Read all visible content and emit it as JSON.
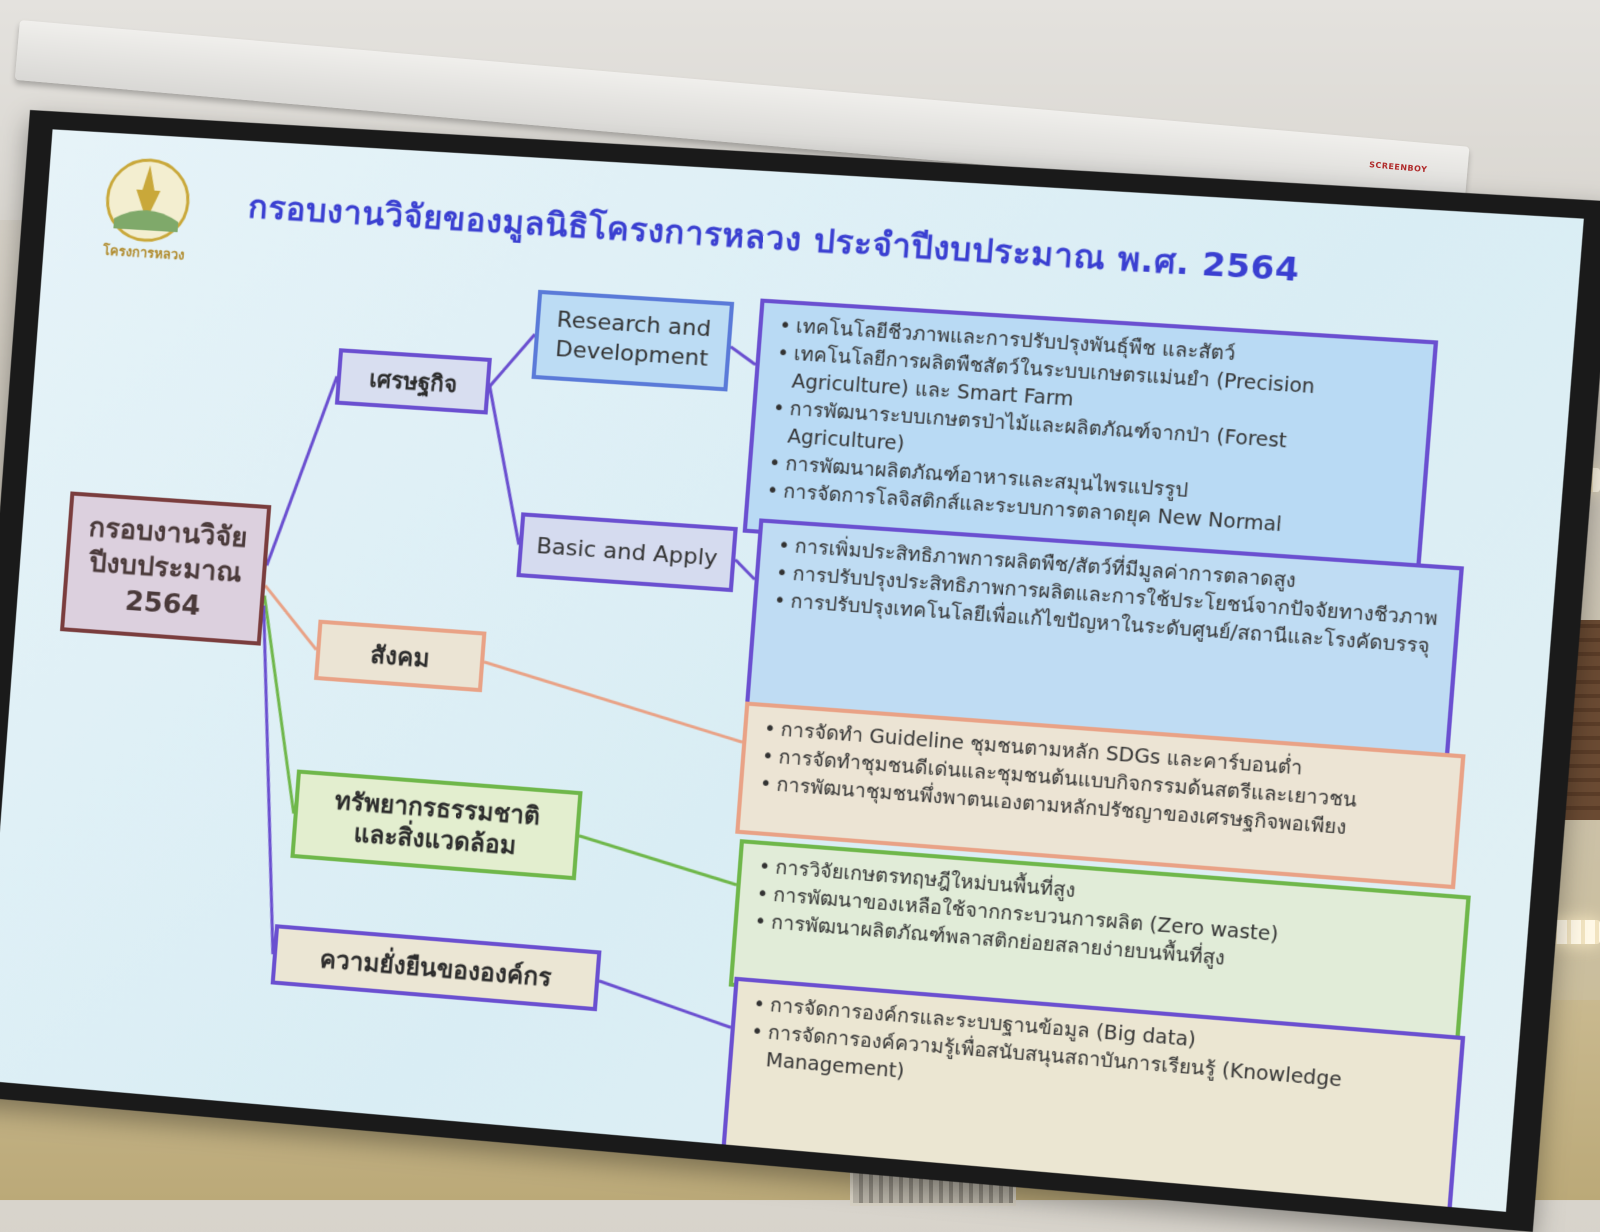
{
  "slide": {
    "title": "กรอบงานวิจัยของมูลนิธิโครงการหลวง ประจำปีงบประมาณ พ.ศ. 2564",
    "logo_text": "โครงการหลวง"
  },
  "projector_brand": "SCREENBOY",
  "root": {
    "line1": "กรอบงานวิจัย",
    "line2": "ปีงบประมาณ",
    "line3": "2564"
  },
  "branches": {
    "economy": "เศรษฐกิจ",
    "rd": "Research and Development",
    "basic": "Basic and Apply",
    "social": "สังคม",
    "env_line1": "ทรัพยากรธรรมชาติ",
    "env_line2": "และสิ่งแวดล้อม",
    "sustain": "ความยั่งยืนขององค์กร"
  },
  "details": {
    "rd": [
      "เทคโนโลยีชีวภาพและการปรับปรุงพันธุ์พืช และสัตว์",
      "เทคโนโลยีการผลิตพืชสัตว์ในระบบเกษตรแม่นยำ (Precision Agriculture) และ Smart Farm",
      "การพัฒนาระบบเกษตรป่าไม้และผลิตภัณฑ์จากป่า (Forest Agriculture)",
      "การพัฒนาผลิตภัณฑ์อาหารและสมุนไพรแปรรูป",
      "การจัดการโลจิสติกส์และระบบการตลาดยุค New Normal"
    ],
    "basic": [
      "การเพิ่มประสิทธิภาพการผลิตพืช/สัตว์ที่มีมูลค่าการตลาดสูง",
      "การปรับปรุงประสิทธิภาพการผลิตและการใช้ประโยชน์จากปัจจัยทางชีวภาพ",
      "การปรับปรุงเทคโนโลยีเพื่อแก้ไขปัญหาในระดับศูนย์/สถานีและโรงคัดบรรจุ"
    ],
    "social": [
      "การจัดทำ Guideline ชุมชนตามหลัก SDGs และคาร์บอนต่ำ",
      "การจัดทำชุมชนดีเด่นและชุมชนต้นแบบกิจกรรมด้นสตรีและเยาวชน",
      "การพัฒนาชุมชนพึ่งพาตนเองตามหลักปรัชญาของเศรษฐกิจพอเพียง"
    ],
    "env": [
      "การวิจัยเกษตรทฤษฎีใหม่บนพื้นที่สูง",
      "การพัฒนาของเหลือใช้จากกระบวนการผลิต (Zero waste)",
      "การพัฒนาผลิตภัณฑ์พลาสติกย่อยสลายง่ายบนพื้นที่สูง"
    ],
    "sustain": [
      "การจัดการองค์กรและระบบฐานข้อมูล (Big data)",
      "การจัดการองค์ความรู้เพื่อสนับสนุนสถาบันการเรียนรู้ (Knowledge Management)"
    ]
  },
  "colors": {
    "title": "#3a3fd1",
    "economy_border": "#6a4fd0",
    "social_border": "#e9a286",
    "env_border": "#6fb74a",
    "root_border": "#7a3d3d"
  }
}
